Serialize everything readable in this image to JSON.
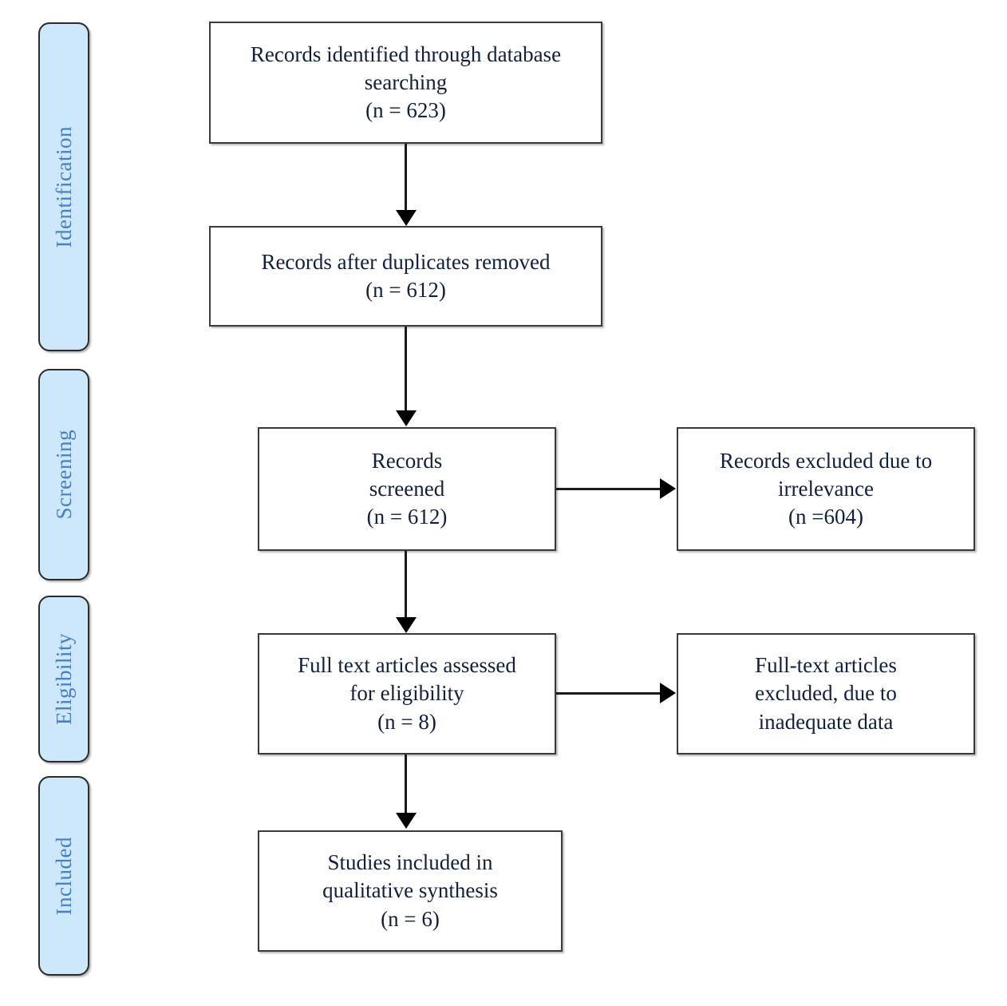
{
  "diagram": {
    "type": "prisma-flow-diagram",
    "colors": {
      "stage_fill": "#cce8fa",
      "stage_border": "#2b2b2b",
      "stage_text": "#4a7ec0",
      "box_fill": "#ffffff",
      "box_border": "#3a3a3a",
      "box_text": "#10203d",
      "connector": "#000000",
      "background": "#ffffff"
    },
    "stages": [
      {
        "label": "Identification"
      },
      {
        "label": "Screening"
      },
      {
        "label": "Eligibility"
      },
      {
        "label": "Included"
      }
    ],
    "boxes": [
      {
        "id": "records-identified",
        "lines": [
          "Records identified through database",
          "searching",
          "(n = 623)"
        ]
      },
      {
        "id": "records-after-duplicates",
        "lines": [
          "Records after duplicates removed",
          "(n = 612)"
        ]
      },
      {
        "id": "records-screened",
        "lines": [
          "Records",
          "screened",
          "(n = 612)"
        ]
      },
      {
        "id": "records-excluded",
        "lines": [
          "Records excluded due to",
          "irrelevance",
          "(n =604)"
        ]
      },
      {
        "id": "full-text-assessed",
        "lines": [
          "Full text articles assessed",
          "for eligibility",
          "(n = 8)"
        ]
      },
      {
        "id": "full-text-excluded",
        "lines": [
          "Full-text articles",
          "excluded, due to",
          "inadequate data"
        ]
      },
      {
        "id": "studies-included",
        "lines": [
          "Studies included in",
          "qualitative synthesis",
          "(n = 6)"
        ]
      }
    ],
    "connectors": [
      {
        "id": "identified-to-duplicates",
        "direction": "down"
      },
      {
        "id": "duplicates-to-screened",
        "direction": "down"
      },
      {
        "id": "screened-to-excluded",
        "direction": "right"
      },
      {
        "id": "screened-to-fulltext",
        "direction": "down"
      },
      {
        "id": "fulltext-to-excluded",
        "direction": "right"
      },
      {
        "id": "fulltext-to-included",
        "direction": "down"
      }
    ]
  }
}
